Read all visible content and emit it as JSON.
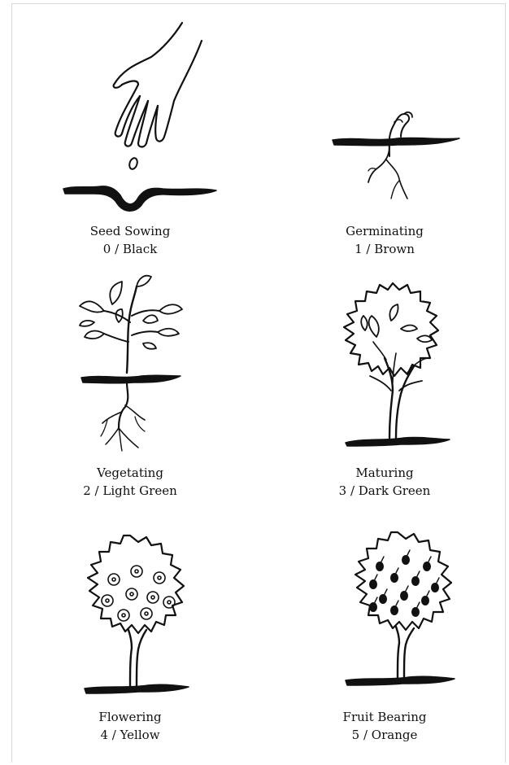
{
  "stages": [
    {
      "name": "Seed Sowing",
      "code": "0 / Black",
      "icon": "hand-sowing-seed-icon"
    },
    {
      "name": "Germinating",
      "code": "1 / Brown",
      "icon": "sprout-icon"
    },
    {
      "name": "Vegetating",
      "code": "2 / Light Green",
      "icon": "seedling-with-roots-icon"
    },
    {
      "name": "Maturing",
      "code": "3 / Dark Green",
      "icon": "leafy-tree-icon"
    },
    {
      "name": "Flowering",
      "code": "4 / Yellow",
      "icon": "flowering-tree-icon"
    },
    {
      "name": "Fruit Bearing",
      "code": "5 / Orange",
      "icon": "fruit-tree-icon"
    }
  ],
  "colors": {
    "ink": "#111111",
    "background": "#ffffff"
  }
}
